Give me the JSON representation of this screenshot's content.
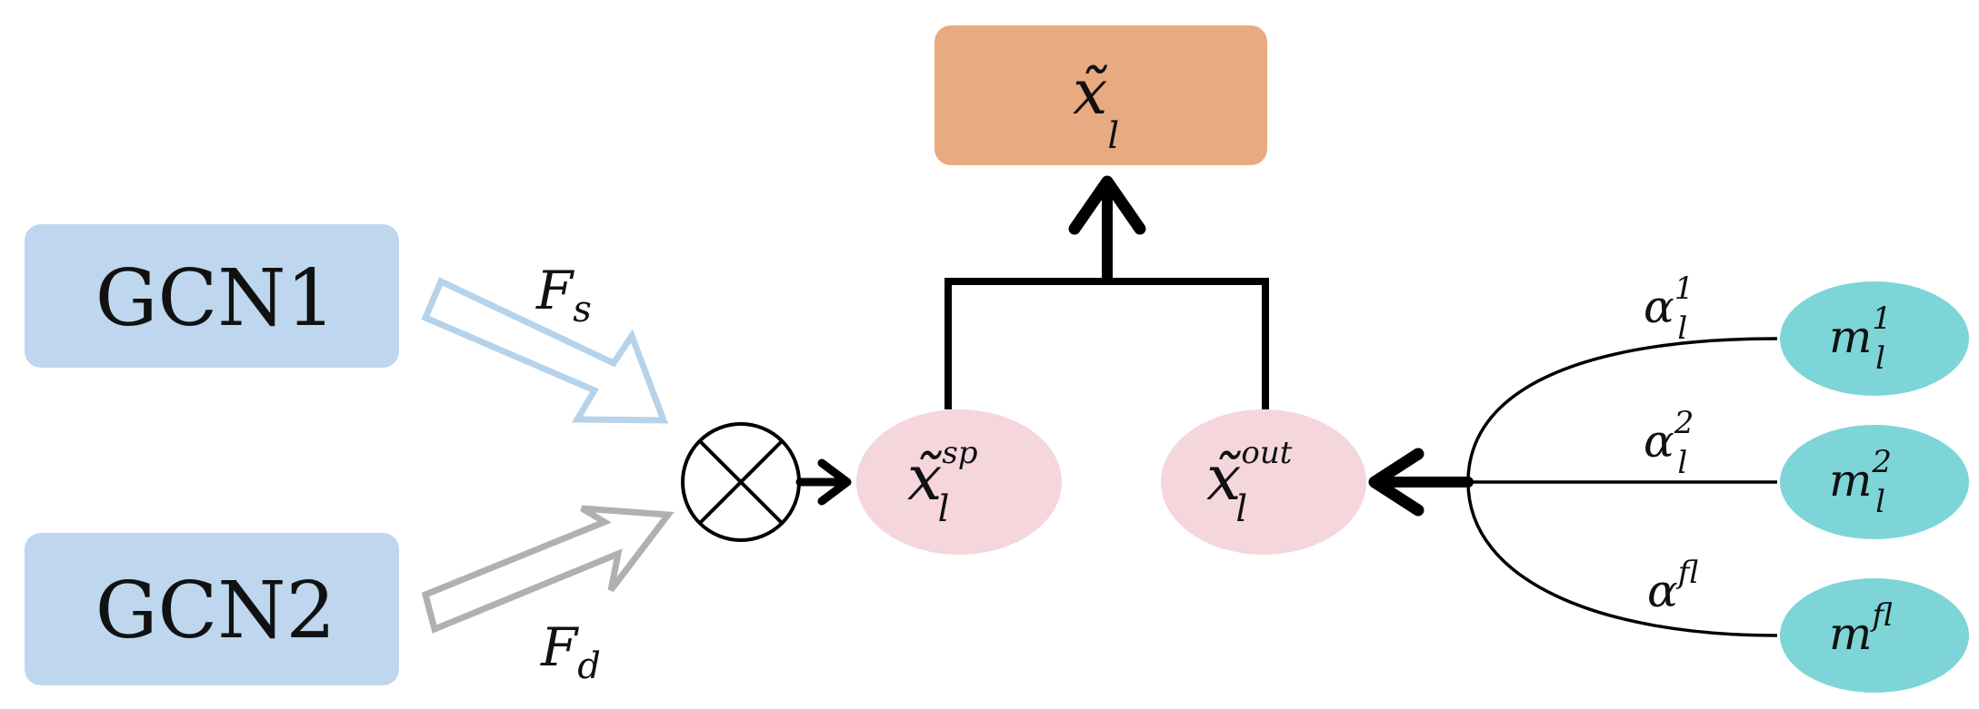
{
  "colors": {
    "gcn_box": "#bed7ef",
    "output_box": "#e8aa80",
    "pink_node": "#f5d6dd",
    "teal_node": "#7dd5d8",
    "arrow_blue_outline": "#b7d3ea",
    "arrow_gray_outline": "#b0b0b0",
    "line": "#000000"
  },
  "gcn1": {
    "label": "GCN1"
  },
  "gcn2": {
    "label": "GCN2"
  },
  "arrow_fs": {
    "base": "F",
    "sub": "s"
  },
  "arrow_fd": {
    "base": "F",
    "sub": "d"
  },
  "output": {
    "base": "x̃",
    "sub": "l"
  },
  "x_sp": {
    "base": "x̃",
    "sup": "sp",
    "sub": "l"
  },
  "x_out": {
    "base": "x̃",
    "sup": "out",
    "sub": "l"
  },
  "modalities": [
    {
      "weight": {
        "base": "α",
        "sup": "1",
        "sub": "l"
      },
      "node": {
        "base": "m",
        "sup": "1",
        "sub": "l"
      }
    },
    {
      "weight": {
        "base": "α",
        "sup": "2",
        "sub": "l"
      },
      "node": {
        "base": "m",
        "sup": "2",
        "sub": "l"
      }
    },
    {
      "weight": {
        "base": "α",
        "sup": "f",
        "sub": "l"
      },
      "node": {
        "base": "m",
        "sup": "f",
        "sub": "l"
      }
    }
  ]
}
